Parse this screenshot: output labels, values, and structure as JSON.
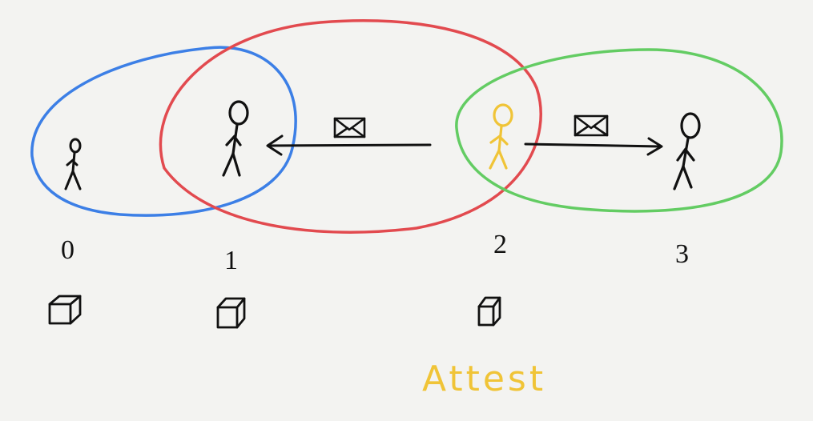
{
  "diagram": {
    "nodes": [
      {
        "label": "0"
      },
      {
        "label": "1"
      },
      {
        "label": "2"
      },
      {
        "label": "3"
      }
    ],
    "annotation": "Attest"
  },
  "colors": {
    "background": "#f3f3f1",
    "ink": "#111111",
    "blue_group": "#3c7fe6",
    "red_group": "#e24a4f",
    "green_group": "#63cc63",
    "highlight": "#f0c437"
  },
  "icons": [
    "stick-figure-icon",
    "envelope-icon",
    "arrow-icon",
    "box-icon"
  ]
}
